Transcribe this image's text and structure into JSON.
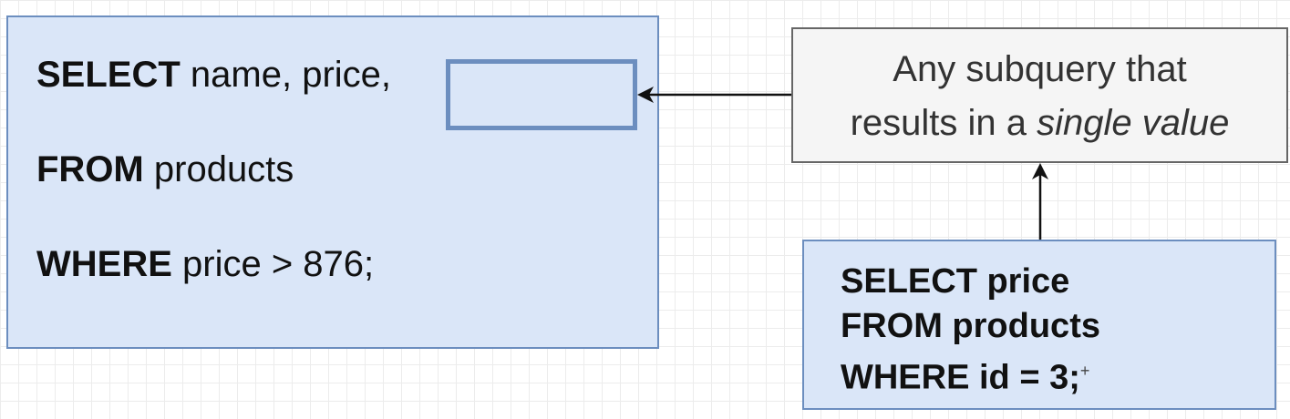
{
  "main_query": {
    "line1": {
      "keyword": "SELECT",
      "text": " name, price, "
    },
    "line2": {
      "keyword": "FROM",
      "text": " products"
    },
    "line3": {
      "keyword": "WHERE",
      "text": " price > 876;"
    }
  },
  "note": {
    "line1": "Any subquery that",
    "line2_prefix": "results in a ",
    "line2_emphasis": "single value"
  },
  "sub_query": {
    "line1": "SELECT price",
    "line2": "FROM products",
    "line3": "WHERE id = 3;",
    "cursor_glyph": "+"
  },
  "colors": {
    "query_fill": "#dae6f8",
    "query_border": "#6c8ebf",
    "note_fill": "#f5f5f5",
    "note_border": "#666666",
    "arrow": "#111111"
  }
}
